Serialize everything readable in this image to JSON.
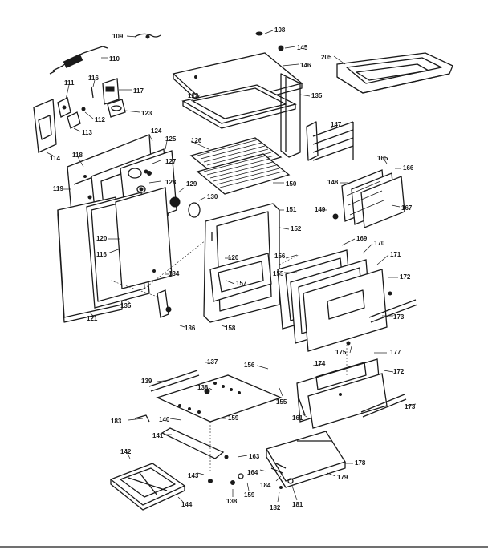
{
  "diagram": {
    "labels": [
      "109",
      "110",
      "108",
      "145",
      "205",
      "146",
      "111",
      "116",
      "117",
      "112",
      "123",
      "113",
      "122",
      "135",
      "114",
      "118",
      "124",
      "125",
      "126",
      "127",
      "147",
      "119",
      "128",
      "129",
      "130",
      "150",
      "165",
      "166",
      "148",
      "167",
      "149",
      "151",
      "152",
      "120",
      "116",
      "169",
      "170",
      "171",
      "156",
      "155",
      "120",
      "157",
      "134",
      "172",
      "121",
      "135",
      "136",
      "158",
      "173",
      "175",
      "177",
      "137",
      "156",
      "174",
      "172",
      "139",
      "138",
      "155",
      "183",
      "140",
      "159",
      "161",
      "173",
      "141",
      "163",
      "142",
      "143",
      "164",
      "178",
      "184",
      "179",
      "138",
      "159",
      "182",
      "181",
      "144"
    ],
    "bottom_rule_color": "#1a1a1a"
  }
}
